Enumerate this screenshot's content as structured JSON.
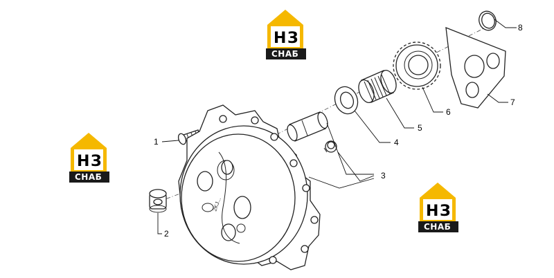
{
  "diagram": {
    "callouts": [
      {
        "id": "1",
        "label": "1"
      },
      {
        "id": "2",
        "label": "2"
      },
      {
        "id": "3",
        "label": "3"
      },
      {
        "id": "4",
        "label": "4"
      },
      {
        "id": "5",
        "label": "5"
      },
      {
        "id": "6",
        "label": "6"
      },
      {
        "id": "7",
        "label": "7"
      },
      {
        "id": "8",
        "label": "8"
      }
    ],
    "watermark": {
      "letter_h": "H",
      "letter_e": "З",
      "caption": "СНАБ",
      "accent_color": "#f5b800",
      "dark_color": "#1a1a1a"
    },
    "housing_cast_text": "2KJ..."
  }
}
